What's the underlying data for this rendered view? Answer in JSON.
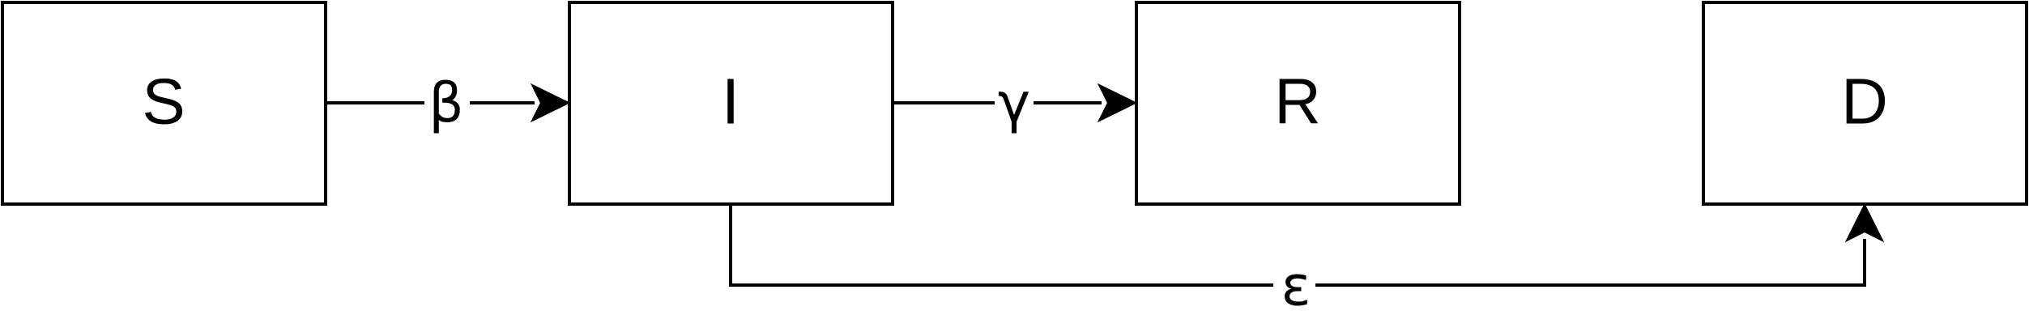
{
  "nodes": {
    "s": {
      "label": "S"
    },
    "i": {
      "label": "I"
    },
    "r": {
      "label": "R"
    },
    "d": {
      "label": "D"
    }
  },
  "edges": {
    "s_to_i": {
      "from": "S",
      "to": "I",
      "label": "β"
    },
    "i_to_r": {
      "from": "I",
      "to": "R",
      "label": "γ"
    },
    "i_to_d": {
      "from": "I",
      "to": "D",
      "label": "ε"
    }
  },
  "colors": {
    "stroke": "#000000",
    "background": "#ffffff"
  }
}
